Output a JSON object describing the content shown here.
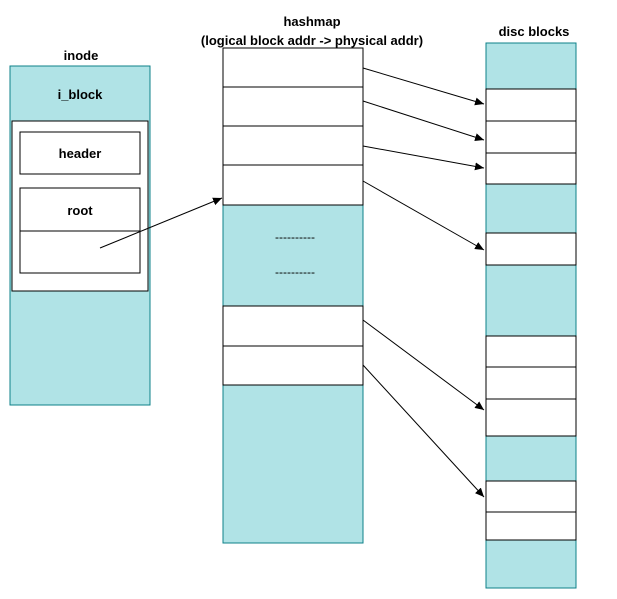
{
  "inode": {
    "title": "inode",
    "i_block_label": "i_block",
    "header_label": "header",
    "root_label": "root"
  },
  "hashmap": {
    "title_line1": "hashmap",
    "title_line2": "(logical block addr -> physical addr)",
    "ellipsis": "----------"
  },
  "disc": {
    "title": "disc blocks"
  },
  "colors": {
    "fill": "#b0e3e6",
    "stroke": "#0e8088",
    "white": "#ffffff",
    "line": "#000000"
  }
}
